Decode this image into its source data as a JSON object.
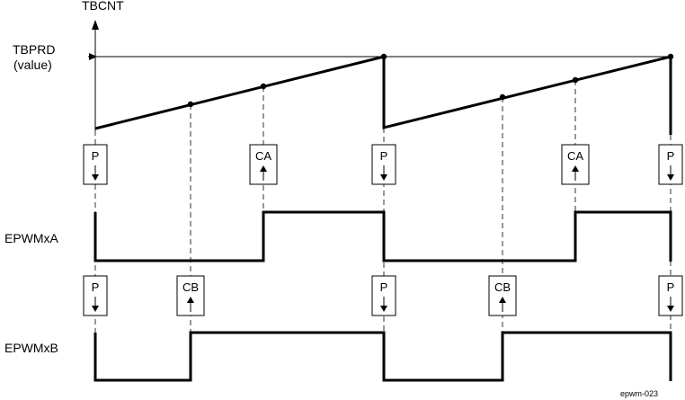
{
  "labels": {
    "axis_title": "TBCNT",
    "tbprd_line1": "TBPRD",
    "tbprd_line2": "(value)",
    "epwmxa": "EPWMxA",
    "epwmxb": "EPWMxB",
    "figure_id": "epwm-023"
  },
  "events": {
    "period": "P",
    "compare_a": "CA",
    "compare_b": "CB"
  },
  "event_row_a": [
    {
      "label": "P",
      "direction": "down"
    },
    {
      "label": "CA",
      "direction": "up"
    },
    {
      "label": "P",
      "direction": "down"
    },
    {
      "label": "CA",
      "direction": "up"
    },
    {
      "label": "P",
      "direction": "down"
    }
  ],
  "event_row_b": [
    {
      "label": "P",
      "direction": "down"
    },
    {
      "label": "CB",
      "direction": "up"
    },
    {
      "label": "P",
      "direction": "down"
    },
    {
      "label": "CB",
      "direction": "up"
    },
    {
      "label": "P",
      "direction": "down"
    }
  ]
}
